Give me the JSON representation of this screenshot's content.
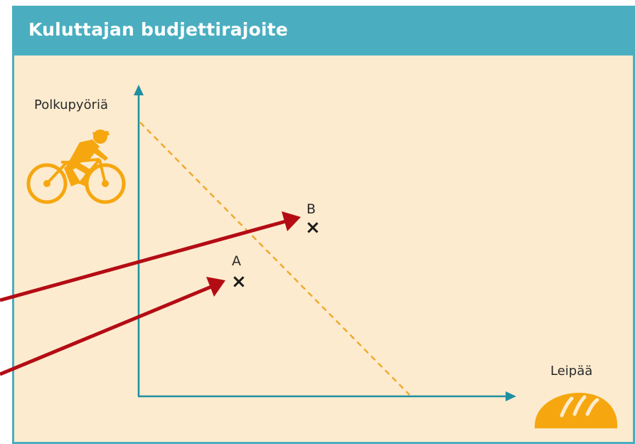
{
  "title": "Kuluttajan budjettirajoite",
  "axes": {
    "y_label": "Polkupyöriä",
    "x_label": "Leipää"
  },
  "points": [
    {
      "label": "B",
      "marker": "×"
    },
    {
      "label": "A",
      "marker": "×"
    }
  ],
  "icons": {
    "y_icon": "cyclist-icon",
    "x_icon": "bread-icon"
  },
  "colors": {
    "title_bar": "#4aaec0",
    "background": "#fcebcf",
    "axis": "#1f8fa1",
    "budget_line": "#f0a930",
    "icon": "#f6a70f",
    "arrow": "#b40c14"
  }
}
